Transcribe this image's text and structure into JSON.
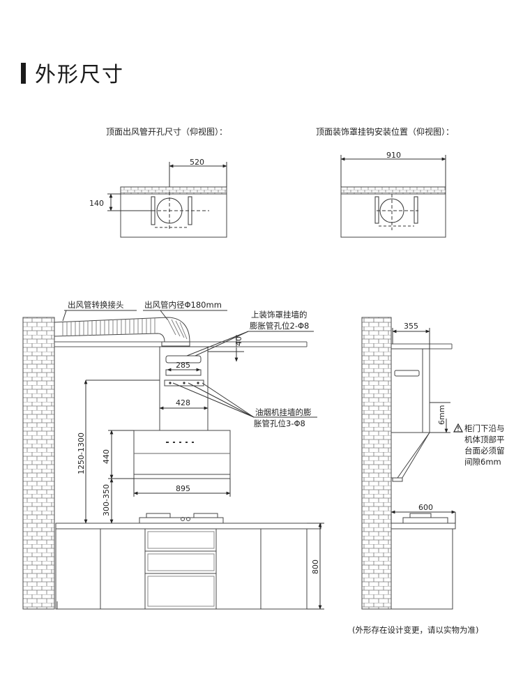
{
  "title": "外形尺寸",
  "top_views": {
    "left_caption": "顶面出风管开孔尺寸（仰视图）：",
    "right_caption": "顶面装饰罩挂钩安装位置（仰视图）：",
    "dim_520": "520",
    "dim_140": "140",
    "dim_910": "910"
  },
  "front_view": {
    "label_duct_adapter": "出风管转换接头",
    "label_duct_inner": "出风管内径Φ180mm",
    "label_cover_hole_1": "上装饰罩挂墙的",
    "label_cover_hole_2": "膨胀管孔位2-Φ8",
    "label_hood_hole_1": "油烟机挂墙的膨",
    "label_hood_hole_2": "胀管孔位3-Φ8",
    "dim_40": "40",
    "dim_285": "285",
    "dim_428": "428",
    "dim_1250_1300": "1250-1300",
    "dim_440": "440",
    "dim_895": "895",
    "dim_300_350": "300-350",
    "dim_800": "800"
  },
  "side_view": {
    "dim_355": "355",
    "dim_6mm": "6mm",
    "dim_600": "600",
    "note_lines": [
      "柜门下沿与",
      "机体顶部平",
      "台面必须留",
      "间隙6mm"
    ]
  },
  "footnote": "(外形存在设计变更，请以实物为准)"
}
